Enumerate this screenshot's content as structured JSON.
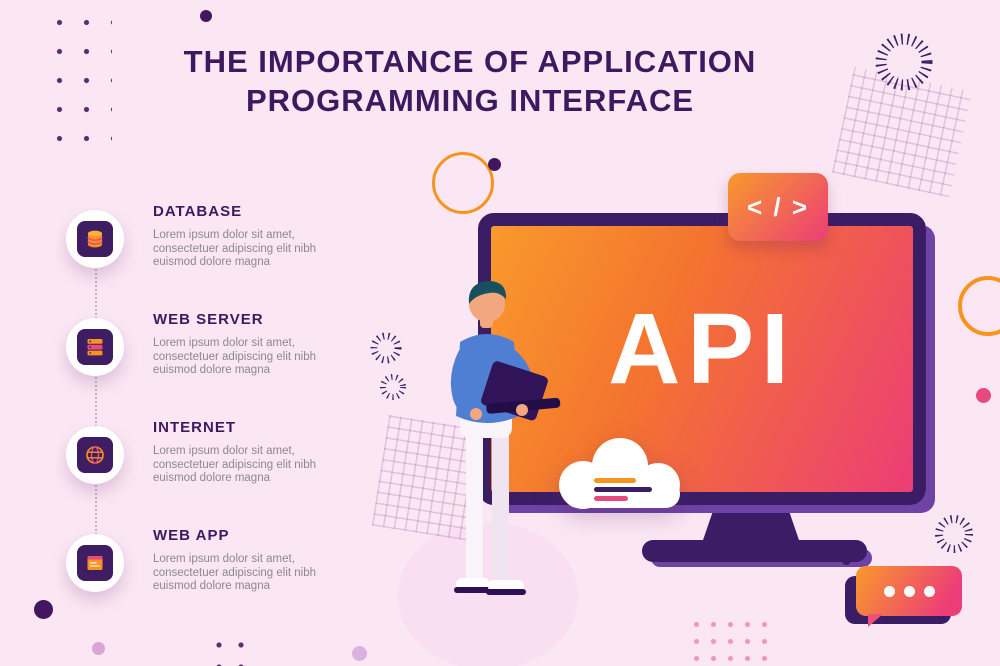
{
  "title": {
    "line1": "THE IMPORTANCE OF APPLICATION",
    "line2": "PROGRAMMING INTERFACE"
  },
  "items": [
    {
      "label": "DATABASE",
      "icon": "database-icon",
      "description": "Lorem ipsum dolor sit amet, consectetuer adipiscing elit nibh euismod dolore magna"
    },
    {
      "label": "WEB SERVER",
      "icon": "server-icon",
      "description": "Lorem ipsum dolor sit amet, consectetuer adipiscing elit nibh euismod dolore magna"
    },
    {
      "label": "INTERNET",
      "icon": "globe-icon",
      "description": "Lorem ipsum dolor sit amet, consectetuer adipiscing elit nibh euismod dolore magna"
    },
    {
      "label": "WEB APP",
      "icon": "app-window-icon",
      "description": "Lorem ipsum dolor sit amet, consectetuer adipiscing elit nibh euismod dolore magna"
    }
  ],
  "monitor": {
    "screen_text": "API",
    "code_badge_text": "< / >"
  },
  "colors": {
    "background": "#fbe7f4",
    "title": "#3e1960",
    "body_text": "#8b8793",
    "gradient_start": "#f9992c",
    "gradient_end": "#ec3d77",
    "monitor_frame": "#3b1d66",
    "monitor_side": "#6f43a6",
    "accent_orange": "#f7941d",
    "accent_pink": "#e8497e",
    "accent_purple": "#42175f",
    "shirt_blue": "#4e7fd3"
  }
}
